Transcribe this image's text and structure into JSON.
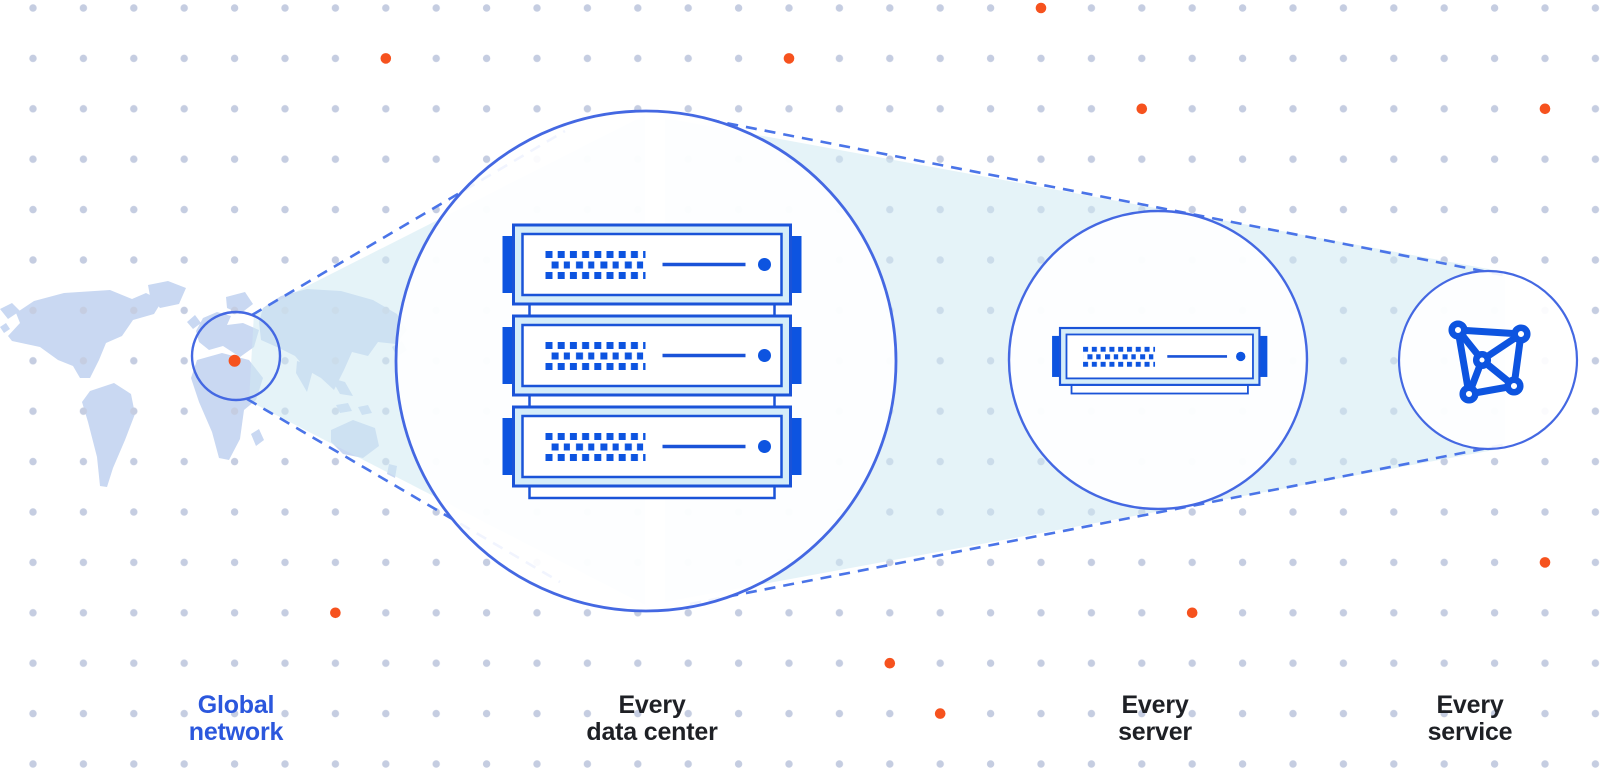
{
  "figure": {
    "stages": [
      {
        "id": "global-network",
        "line1": "Global",
        "line2": "network",
        "text_color": "#2b57dd"
      },
      {
        "id": "every-data-center",
        "line1": "Every",
        "line2": "data center",
        "text_color": "#1e2025"
      },
      {
        "id": "every-server",
        "line1": "Every",
        "line2": "server",
        "text_color": "#1e2025"
      },
      {
        "id": "every-service",
        "line1": "Every",
        "line2": "service",
        "text_color": "#1e2025"
      }
    ]
  },
  "colors": {
    "accent-blue": "#0d54e0",
    "stroke-blue": "#1a53d8",
    "circle-blue": "#4468e2",
    "dashed-blue": "#4a74e8",
    "light-cyan": "#d5edf9",
    "wedge-cyan": "#cfe9f2",
    "map-blue": "#c9d8f2",
    "grid-dot": "#c5cde1",
    "orange": "#f6521e"
  },
  "accent_dots": [
    [
      7,
      1
    ],
    [
      15,
      1
    ],
    [
      20,
      0
    ],
    [
      22,
      2
    ],
    [
      30,
      2
    ],
    [
      30,
      11
    ],
    [
      6,
      12
    ],
    [
      23,
      12
    ],
    [
      17,
      13
    ],
    [
      18,
      14
    ]
  ],
  "map_marker": {
    "col": 4,
    "row": 7
  }
}
